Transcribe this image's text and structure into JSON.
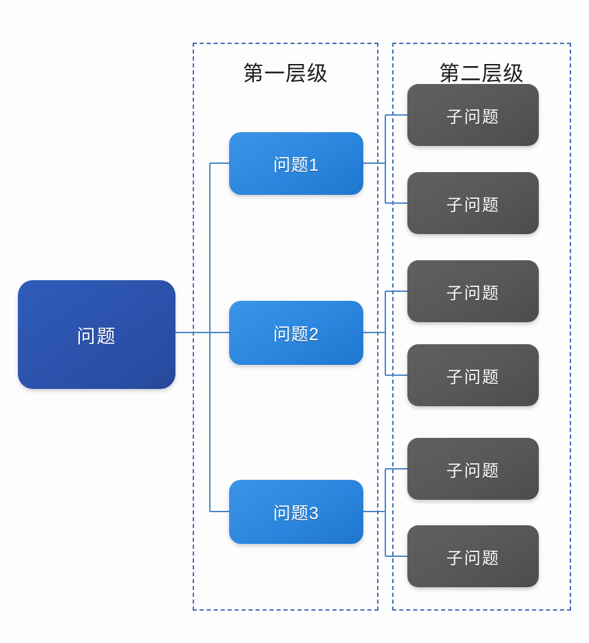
{
  "diagram": {
    "title_level1": "第一层级",
    "title_level2": "第二层级",
    "root": {
      "label": "问题"
    },
    "level1": [
      {
        "label": "问题1"
      },
      {
        "label": "问题2"
      },
      {
        "label": "问题3"
      }
    ],
    "level2": [
      {
        "label": "子问题"
      },
      {
        "label": "子问题"
      },
      {
        "label": "子问题"
      },
      {
        "label": "子问题"
      },
      {
        "label": "子问题"
      },
      {
        "label": "子问题"
      }
    ],
    "colors": {
      "root_fill": "#2b52ab",
      "level1_fill": "#2b86de",
      "level2_fill": "#575757",
      "connector": "#4a86c8",
      "group_border": "#3f6fb5",
      "background": "#fdfdfd",
      "node_text": "#ffffff",
      "title_text": "#1c1c1c"
    }
  }
}
